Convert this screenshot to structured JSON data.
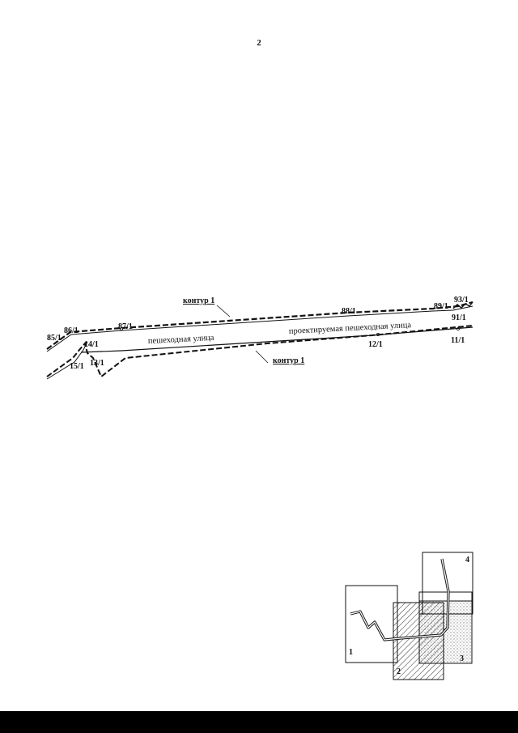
{
  "page_number": "2",
  "contour_label": "контур 1",
  "points": {
    "p85": "85/1",
    "p86": "86/1",
    "p87": "87/1",
    "p88": "88/1",
    "p89": "89/1",
    "p93": "93/1",
    "p91": "91/1",
    "p14": "14/1",
    "p15": "15/1",
    "p13": "13/1",
    "p12": "12/1",
    "p11": "11/1"
  },
  "streets": {
    "pedestrian": "пешеходная улица",
    "projected": "проектируемая пешеходная улица"
  },
  "index_sheets": [
    "1",
    "2",
    "3",
    "4"
  ]
}
